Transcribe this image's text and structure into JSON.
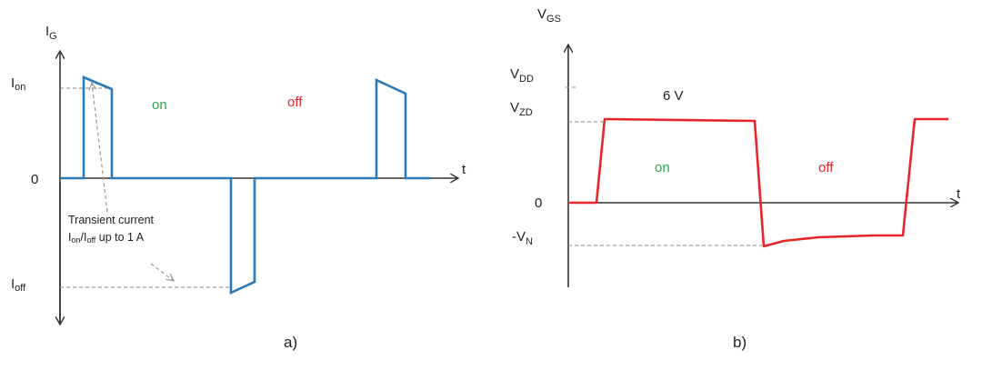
{
  "panel_a": {
    "y_axis": {
      "main": "I",
      "sub": "G"
    },
    "x_axis": "t",
    "level_on": {
      "main": "I",
      "sub": "on"
    },
    "level_zero": "0",
    "level_off": {
      "main": "I",
      "sub": "off"
    },
    "state_on": "on",
    "state_off": "off",
    "note_line1": "Transient current",
    "note_line2": {
      "a": "I",
      "a_sub": "on",
      "slash": "/I",
      "b_sub": "off",
      "rest": " up to 1 A"
    },
    "caption": "a)",
    "colors": {
      "trace": "#2a7ab9",
      "on": "#2ea84a",
      "off": "#e8252a"
    }
  },
  "panel_b": {
    "y_axis": {
      "main": "V",
      "sub": "GS"
    },
    "x_axis": "t",
    "level_vdd": {
      "main": "V",
      "sub": "DD"
    },
    "level_vzd": {
      "main": "V",
      "sub": "ZD"
    },
    "level_zero": "0",
    "level_vn": {
      "main": "-V",
      "sub": "N"
    },
    "voltage_label": "6 V",
    "state_on": "on",
    "state_off": "off",
    "caption": "b)",
    "colors": {
      "trace": "#e8252a",
      "on": "#2ea84a",
      "off": "#e8252a"
    }
  }
}
